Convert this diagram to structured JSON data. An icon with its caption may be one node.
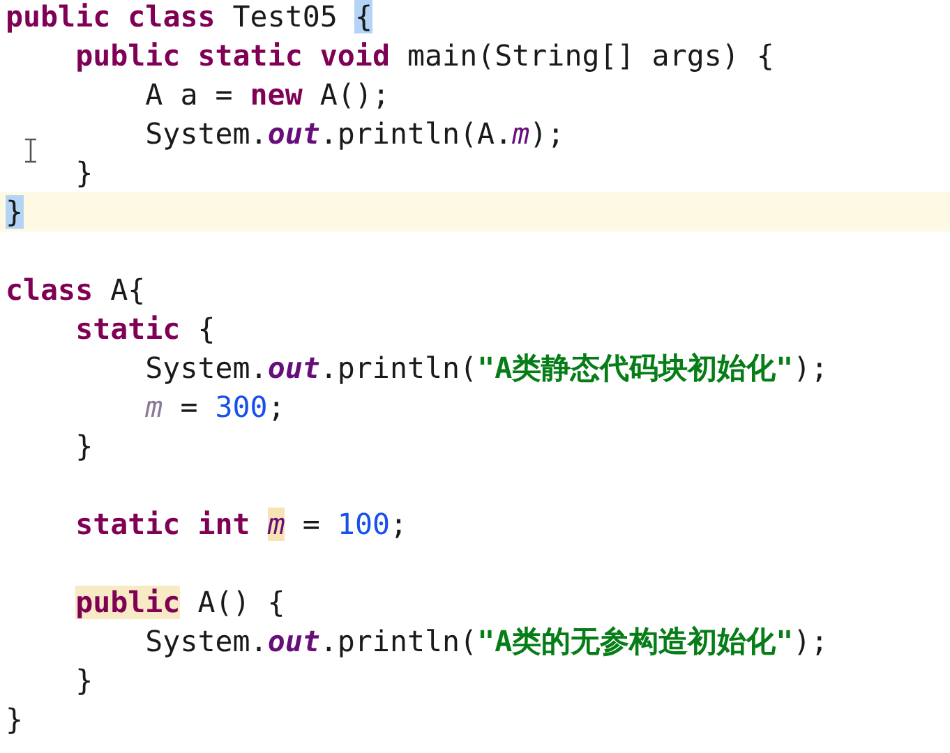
{
  "diagram": {
    "labels": [
      "**public** **class** Test05 {",
      "**public** **static** **void** main(String[] args) {",
      "A a = **new** A();",
      "System.*out*.println(A.*m*);",
      "}",
      "}",
      "**class** A{",
      "**static** {",
      "System.*out*.println(**\"A类静态代码块初始化\"**);",
      "*m* = 300;",
      "}",
      "**static** **int** *m* = 100;",
      "**public** A() {",
      "System.*out*.println(**\"A类的无参构造初始化\"**);",
      "}",
      "}"
    ]
  }
}
